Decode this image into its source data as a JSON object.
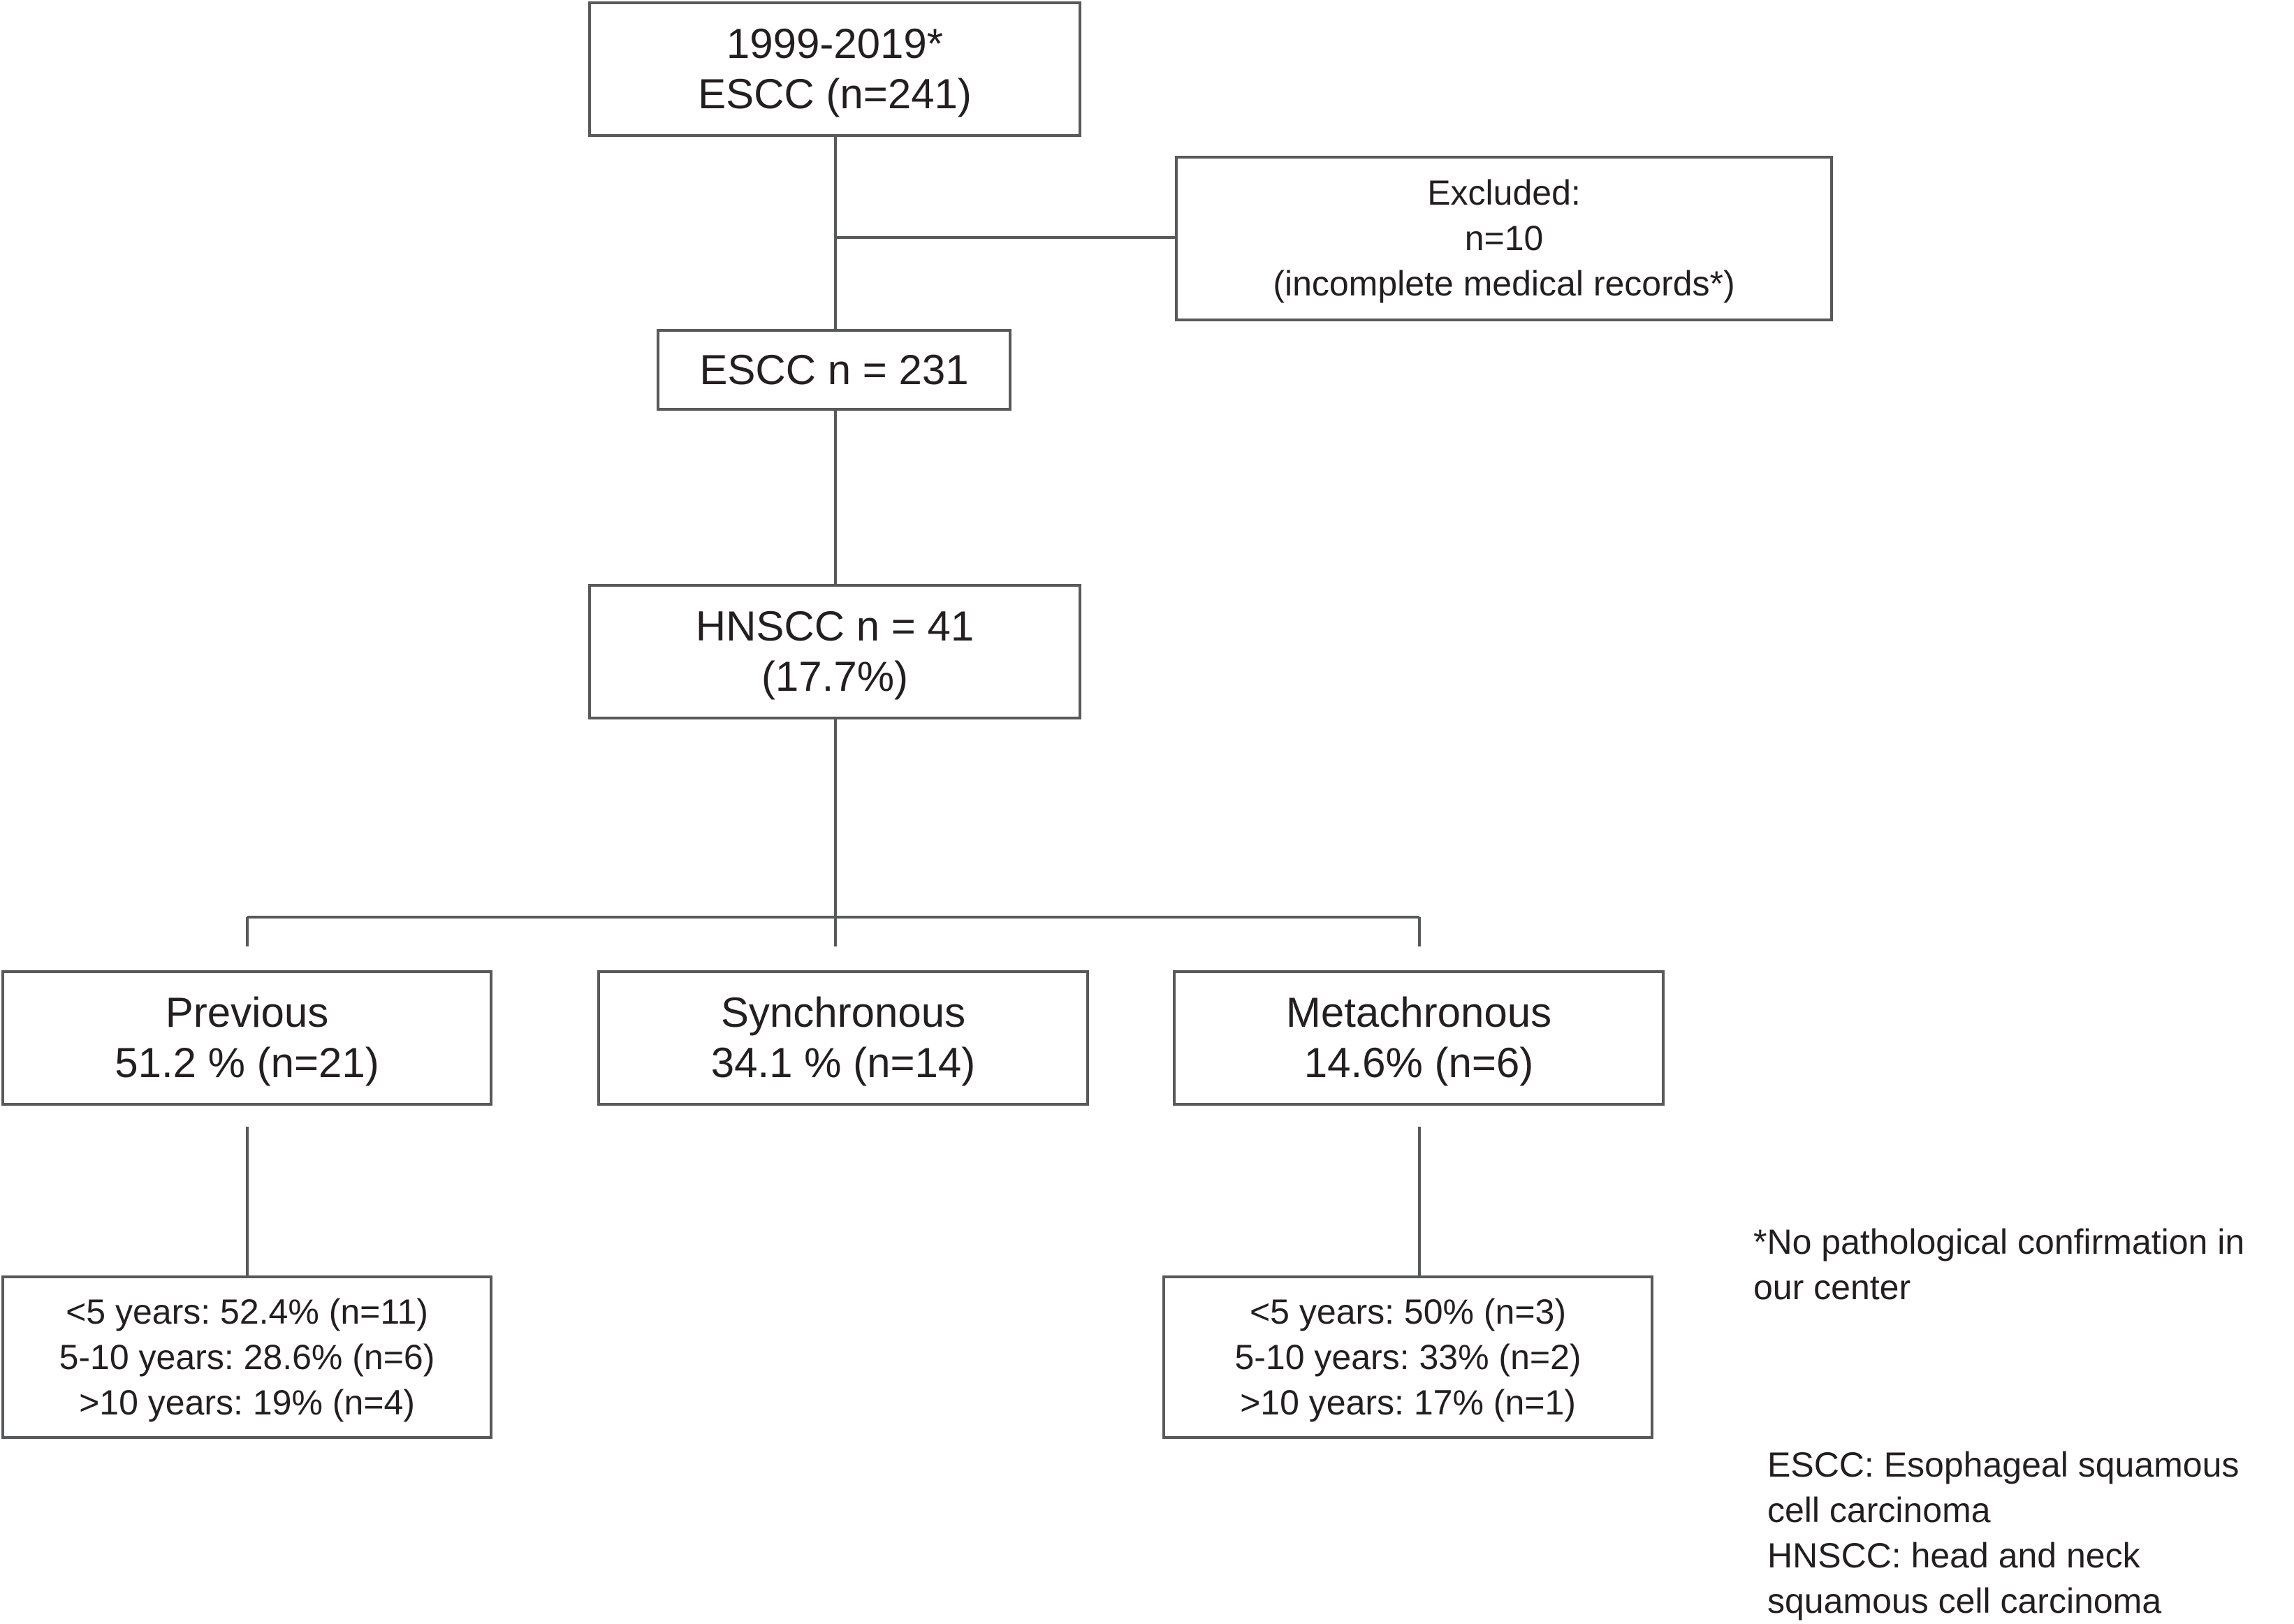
{
  "boxes": {
    "start": {
      "line1": "1999-2019*",
      "line2": "ESCC (n=241)"
    },
    "excluded": {
      "line1": "Excluded:",
      "line2": "n=10",
      "line3": "(incomplete medical records*)"
    },
    "escc": {
      "line1": "ESCC n = 231"
    },
    "hnscc": {
      "line1": "HNSCC n = 41",
      "line2": "(17.7%)"
    },
    "previous": {
      "line1": "Previous",
      "line2": "51.2 % (n=21)"
    },
    "synchronous": {
      "line1": "Synchronous",
      "line2": "34.1 % (n=14)"
    },
    "metachronous": {
      "line1": "Metachronous",
      "line2": "14.6% (n=6)"
    },
    "previous_years": {
      "line1": "<5 years: 52.4% (n=11)",
      "line2": "5-10 years: 28.6% (n=6)",
      "line3": ">10 years: 19% (n=4)"
    },
    "metachronous_years": {
      "line1": "<5 years: 50% (n=3)",
      "line2": "5-10 years: 33% (n=2)",
      "line3": ">10 years: 17% (n=1)"
    }
  },
  "notes": {
    "footnote": {
      "line1": "*No pathological confirmation in",
      "line2": "our center"
    },
    "abbreviations": {
      "line1": "ESCC: Esophageal squamous",
      "line2": "cell carcinoma",
      "line3": "HNSCC: head and neck",
      "line4": "squamous cell carcinoma"
    }
  },
  "colors": {
    "stroke": "#58595b",
    "text": "#231f20",
    "background": "#ffffff"
  }
}
